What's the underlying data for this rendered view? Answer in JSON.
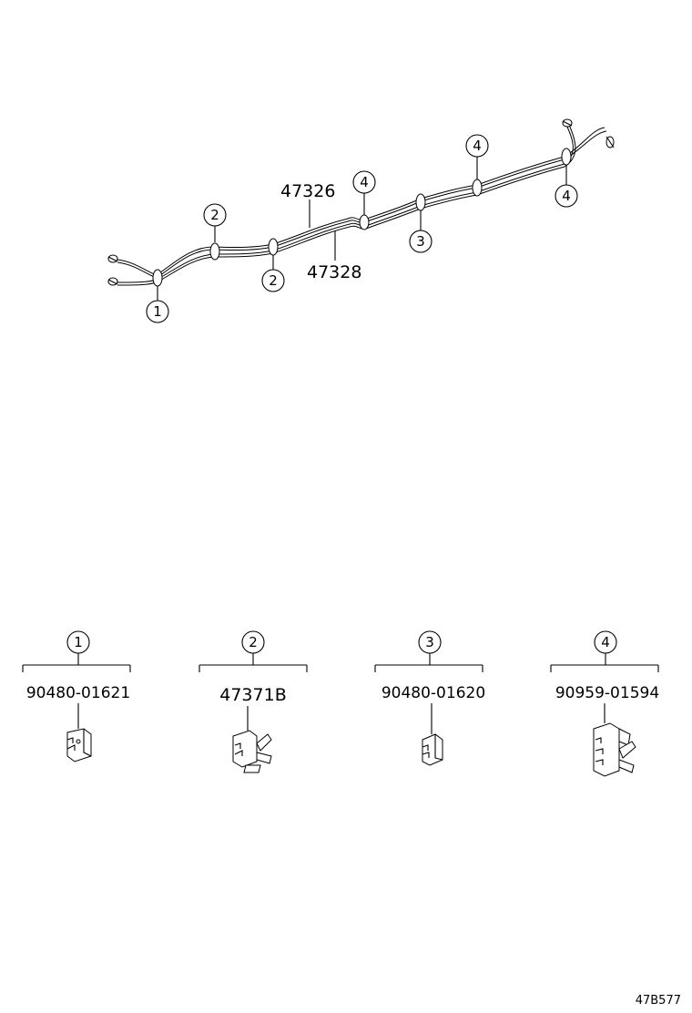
{
  "tube_labels": {
    "upper": "47326",
    "lower": "47328"
  },
  "callouts": [
    "1",
    "2",
    "3",
    "4"
  ],
  "legend": [
    {
      "callout": "1",
      "part_number": "90480-01621"
    },
    {
      "callout": "2",
      "part_number": "47371B"
    },
    {
      "callout": "3",
      "part_number": "90480-01620"
    },
    {
      "callout": "4",
      "part_number": "90959-01594"
    }
  ],
  "diagram_code": "47B577"
}
